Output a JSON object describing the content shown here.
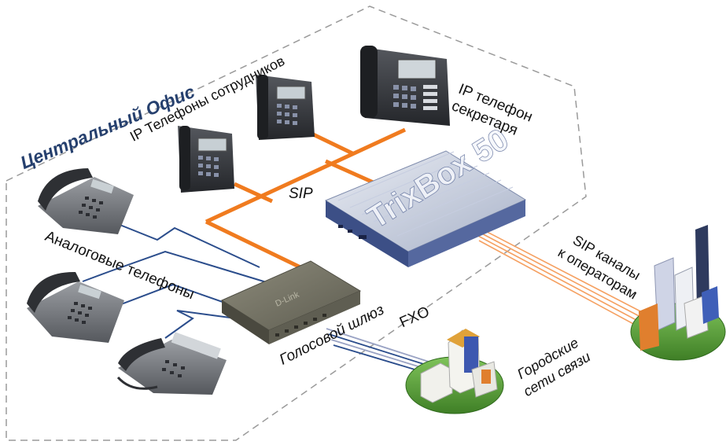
{
  "office_title": "Центральный Офис",
  "labels": {
    "ip_employees": "IP Телефоны сотрудников",
    "ip_secretary_line1": "IP телефон",
    "ip_secretary_line2": "секретаря",
    "sip": "SIP",
    "analog": "Аналоговые телефоны",
    "gateway": "Голосовой шлюз",
    "fxo": "FXO",
    "sip_channels_line1": "SIP каналы",
    "sip_channels_line2": "к операторам",
    "city_line1": "Городские",
    "city_line2": "сети связи"
  },
  "devices": {
    "server_label": "TrixBox 50",
    "gateway_brand": "D-Link"
  },
  "colors": {
    "sip_link": "#f07b1f",
    "analog_link": "#2b4d8c",
    "office_border": "#9a9a9a",
    "office_title": "#26406e",
    "server_body": "#4a5f98",
    "gateway_body": "#6b6a5c",
    "phone_body": "#3a3d42",
    "green_base": "#5aa23a"
  }
}
